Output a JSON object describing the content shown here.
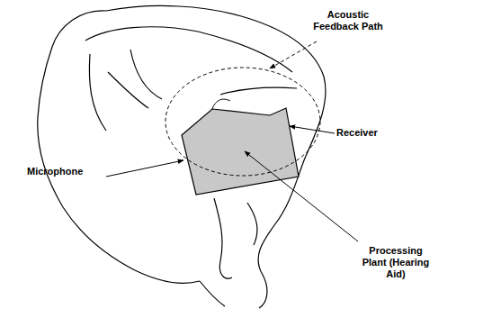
{
  "diagram": {
    "labels": [
      "Acoustic Feedback Path",
      "Microphone",
      "Receiver",
      "Processing Plant (Hearing Aid)"
    ]
  }
}
